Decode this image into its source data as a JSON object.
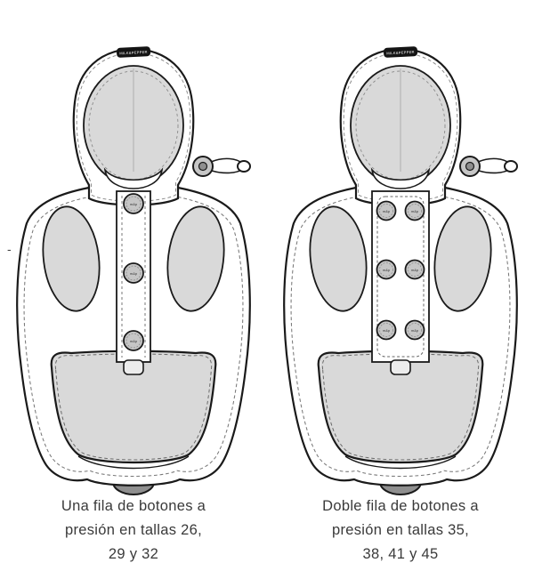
{
  "diagram_title": "",
  "stray_dash": "-",
  "brand_tag": "MILK&PEPPER",
  "button_label": "m&p",
  "colors": {
    "panel_gray": "#d9d9d9",
    "button_gray": "#c6c6c6",
    "tail_gray": "#8f8f8f",
    "tab_gray": "#ececec",
    "outline": "#1a1a1a"
  },
  "left_garment": {
    "name": "coat-single-button-row",
    "button_rows": 3,
    "button_columns": 1,
    "caption_lines": {
      "0": "Una fila de botones a",
      "1": "presión en tallas 26,",
      "2": "29 y 32"
    }
  },
  "right_garment": {
    "name": "coat-double-button-row",
    "button_rows": 3,
    "button_columns": 2,
    "caption_lines": {
      "0": "Doble fila de botones a",
      "1": "presión en tallas 35,",
      "2": "38, 41 y 45"
    }
  }
}
